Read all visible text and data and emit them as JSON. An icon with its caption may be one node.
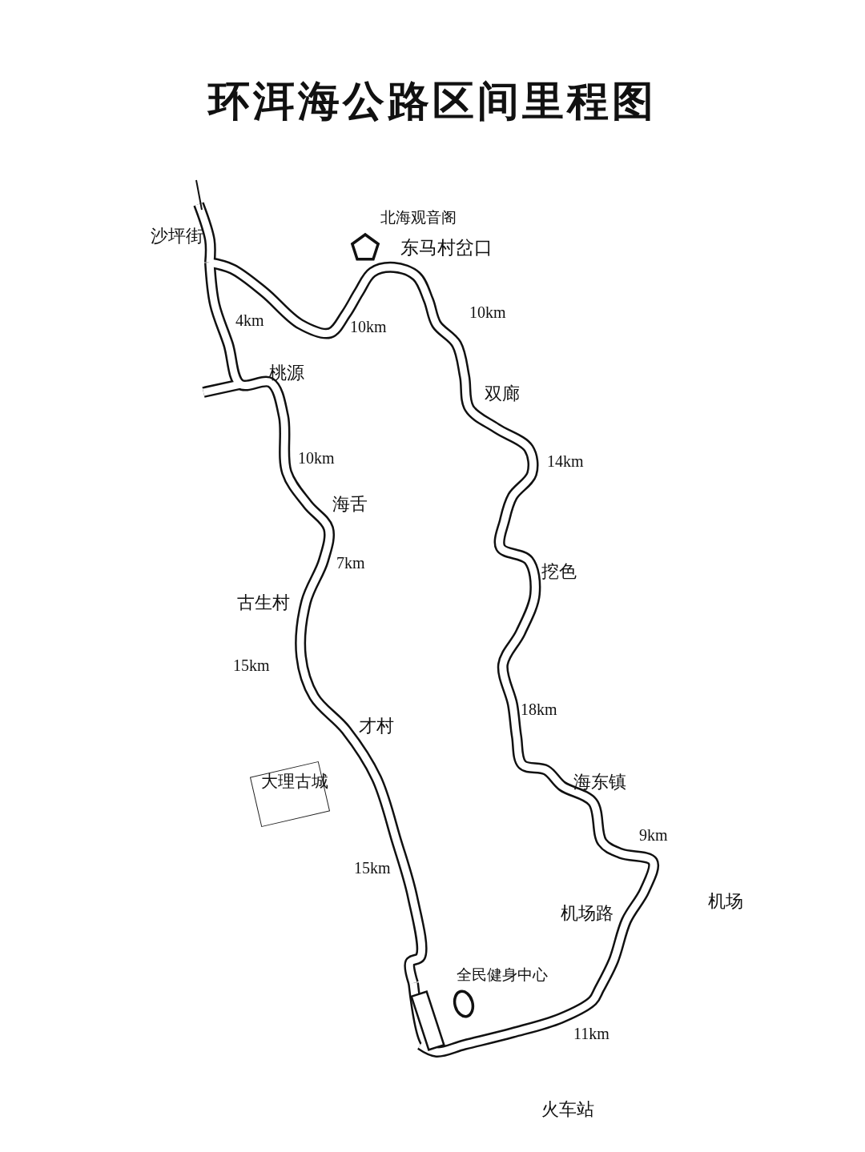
{
  "diagram": {
    "title": "环洱海公路区间里程图",
    "nodes": [
      {
        "text": [],
        "shape": "pentagon",
        "beside": [
          "北海观音阁"
        ]
      },
      {
        "text": [
          "大理古城"
        ]
      },
      {
        "text": [],
        "shape": "ellipse",
        "beside": [
          "全民健身中心"
        ]
      }
    ],
    "labels": [
      "东马村岔口",
      "沙坪街",
      "10km",
      "4km",
      "10km",
      "桃源",
      "双廊",
      "10km",
      "14km",
      "海舌",
      "7km",
      "挖色",
      "古生村",
      "15km",
      "18km",
      "才村",
      "海东镇",
      "9km",
      "15km",
      "机场",
      "机场路",
      "11km",
      "火车站"
    ]
  }
}
